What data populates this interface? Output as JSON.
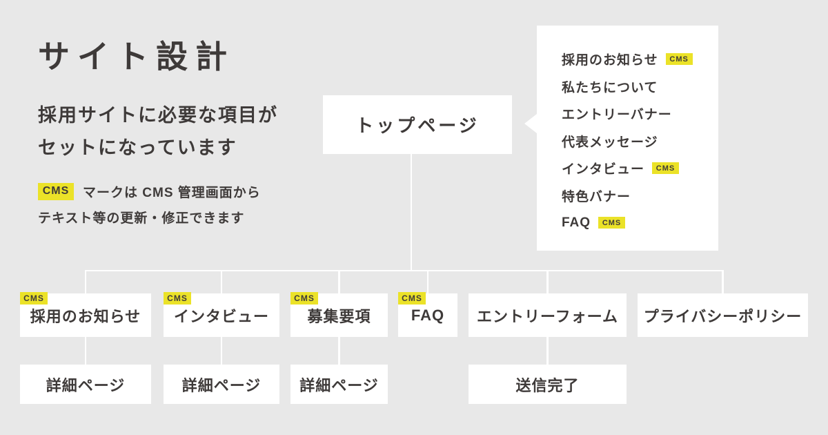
{
  "colors": {
    "background": "#e8e8e8",
    "box": "#ffffff",
    "text": "#3e3a39",
    "badge_background": "#ebe228",
    "badge_text": "#3e3a39",
    "connector": "#ffffff"
  },
  "cms_label": "CMS",
  "intro": {
    "title": "サイト設計",
    "subtitle": [
      "採用サイトに必要な項目が",
      "セットになっています"
    ],
    "note": [
      "マークは CMS 管理画面から",
      "テキスト等の更新・修正できます"
    ]
  },
  "top_page": {
    "label": "トップページ"
  },
  "top_page_sections": [
    {
      "label": "採用のお知らせ",
      "cms": true
    },
    {
      "label": "私たちについて",
      "cms": false
    },
    {
      "label": "エントリーバナー",
      "cms": false
    },
    {
      "label": "代表メッセージ",
      "cms": false
    },
    {
      "label": "インタビュー",
      "cms": true
    },
    {
      "label": "特色バナー",
      "cms": false
    },
    {
      "label": "FAQ",
      "cms": true
    }
  ],
  "level1_pages": [
    {
      "label": "採用のお知らせ",
      "cms": true,
      "child": "詳細ページ"
    },
    {
      "label": "インタビュー",
      "cms": true,
      "child": "詳細ページ"
    },
    {
      "label": "募集要項",
      "cms": true,
      "child": "詳細ページ"
    },
    {
      "label": "FAQ",
      "cms": true,
      "child": null
    },
    {
      "label": "エントリーフォーム",
      "cms": false,
      "child": "送信完了"
    },
    {
      "label": "プライバシーポリシー",
      "cms": false,
      "child": null
    }
  ]
}
